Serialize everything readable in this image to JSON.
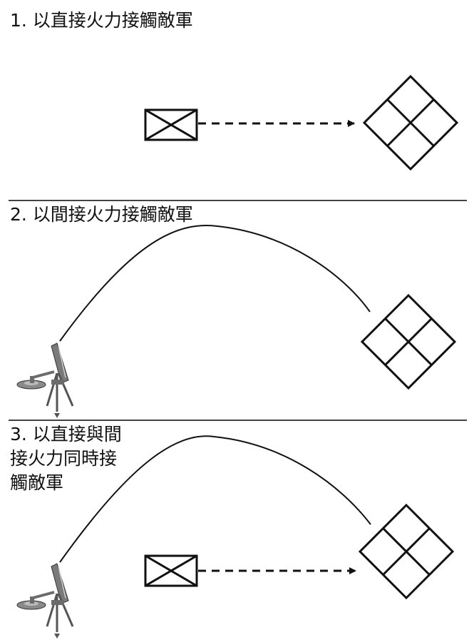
{
  "panels": [
    {
      "title": "1. 以直接火力接觸敵軍"
    },
    {
      "title": "2. 以間接火力接觸敵軍"
    },
    {
      "title": "3. 以直接與間\n接火力同時接\n觸敵軍"
    }
  ],
  "icons": {
    "friendly_unit": "infantry-unit-symbol-icon",
    "enemy_unit": "enemy-diamond-symbol-icon",
    "indirect_weapon": "mortar-icon"
  },
  "colors": {
    "line": "#111111",
    "divider": "#444444",
    "mortar": "#6b6b6b"
  }
}
